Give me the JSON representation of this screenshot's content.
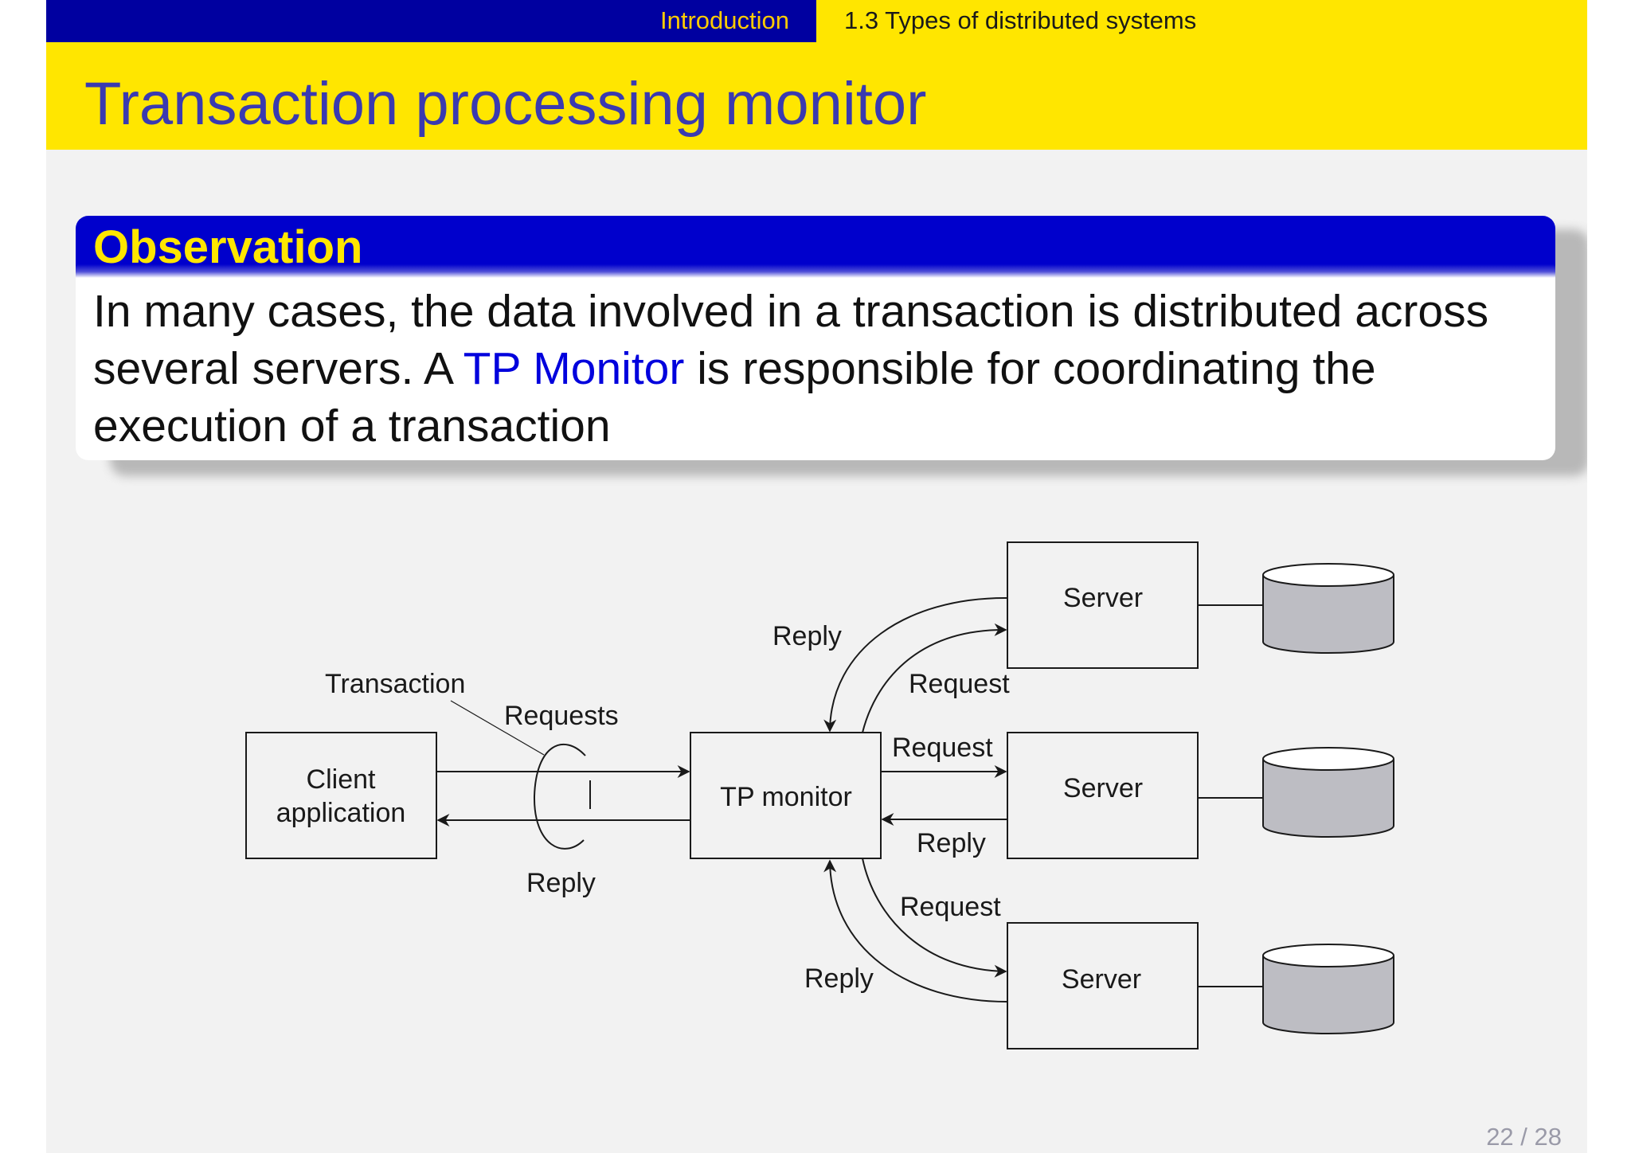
{
  "header": {
    "section": "Introduction",
    "subsection": "1.3 Types of distributed systems"
  },
  "title": "Transaction processing monitor",
  "block": {
    "title": "Observation",
    "text_before": "In many cases, the data involved in a transaction is distributed across several servers. A ",
    "highlight": "TP Monitor",
    "text_after": " is responsible for coordinating the execution of a transaction"
  },
  "diagram": {
    "client": {
      "line1": "Client",
      "line2": "application"
    },
    "tp_monitor": "TP monitor",
    "servers": [
      "Server",
      "Server",
      "Server"
    ],
    "labels": {
      "transaction": "Transaction",
      "requests": "Requests",
      "client_reply": "Reply",
      "top_reply": "Reply",
      "top_request": "Request",
      "mid_request": "Request",
      "mid_reply": "Reply",
      "bot_request": "Request",
      "bot_reply": "Reply"
    }
  },
  "footer": {
    "page": "22 / 28"
  },
  "colors": {
    "nav_dark": "#0000a0",
    "yellow": "#ffe600",
    "title_text": "#3a3ab0",
    "block_head": "#0000cc",
    "highlight": "#0000dd",
    "database_fill": "#bdbdc3"
  }
}
